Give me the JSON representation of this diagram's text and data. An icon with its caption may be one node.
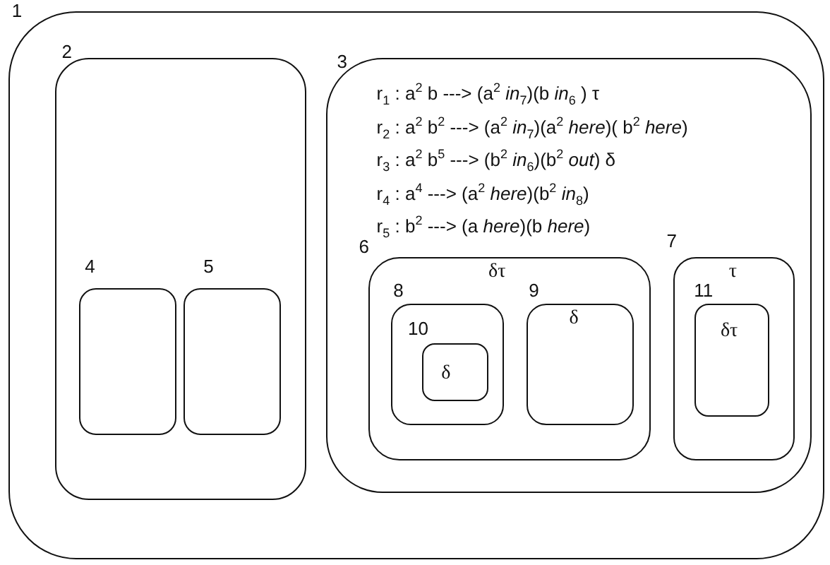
{
  "diagram": {
    "nodes": [
      {
        "text": [
          "1"
        ]
      },
      {
        "text": [
          "2"
        ],
        "in": 0
      },
      {
        "text": [
          "3",
          "r$_{1}$ :  a$^{2}$ b ---> (a$^{2}$ *in*$_{7}$)(b *in*$_{6}$ ) τ",
          "r$_{2}$ :  a$^{2}$ b$^{2}$ ---> (a$^{2}$ *in*$_{7}$)(a$^{2}$ *here*)( b$^{2}$ *here*)",
          "r$_{3}$ :  a$^{2}$ b$^{5}$ ---> (b$^{2}$ *in*$_{6}$)(b$^{2}$ *out*) δ",
          "r$_{4}$ :  a$^{4}$ ---> (a$^{2}$ *here*)(b$^{2}$ *in*$_{8}$)",
          "r$_{5}$ :  b$^{2}$ ---> (a *here*)(b *here*)"
        ],
        "in": 0
      },
      {
        "text": [
          "4"
        ],
        "in": 1
      },
      {
        "text": [
          "5"
        ],
        "in": 1
      },
      {
        "text": [
          "6",
          "δτ"
        ],
        "in": 2
      },
      {
        "text": [
          "7",
          "τ"
        ],
        "in": 2
      },
      {
        "text": [
          "8"
        ],
        "in": 5
      },
      {
        "text": [
          "9",
          "δ"
        ],
        "in": 5
      },
      {
        "text": [
          "10",
          "δ"
        ],
        "in": 7
      },
      {
        "text": [
          "11",
          "δτ"
        ],
        "in": 6
      }
    ]
  }
}
